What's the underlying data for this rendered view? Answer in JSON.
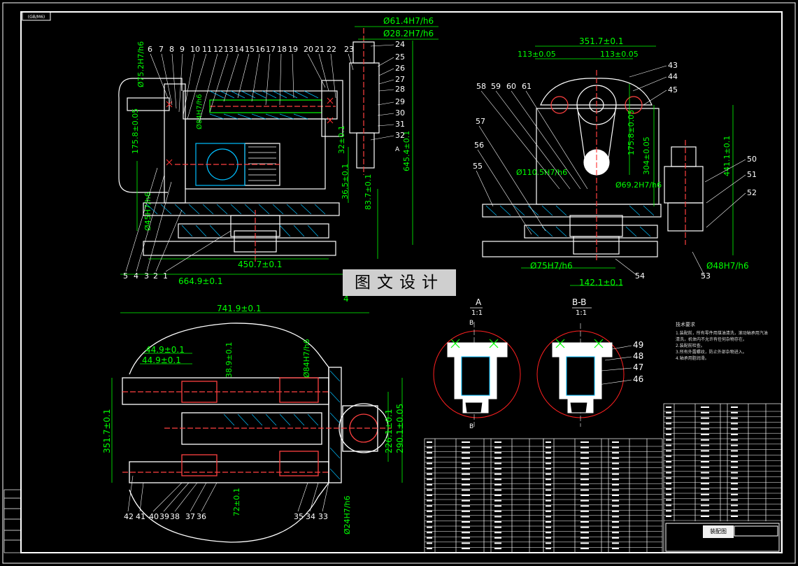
{
  "sheet": {
    "tag_top_left": "(GB/M6)",
    "stamp_text": "图文设计"
  },
  "views": {
    "section_a": {
      "title": "A",
      "scale": "1:1"
    },
    "section_bb": {
      "title": "B-B",
      "scale": "1:1"
    },
    "marker_a": "A",
    "marker_b": "B"
  },
  "dimensions": {
    "front": {
      "d_61_4": "Ø61.4H7/h6",
      "d_28_2": "Ø28.2H7/h6",
      "d_75_2": "Ø75.2H7/h6",
      "d_84": "Ø84H7/h6",
      "d_175_8": "175.8±0.05",
      "d_45": "Ø45H7/h6",
      "d_32": "32±0.1",
      "d_36_5": "36.5±0.1",
      "d_83_7": "83.7±0.1",
      "d_645_4": "645.4±0.1",
      "d_450_7": "450.7±0.1",
      "d_664_9": "664.9±0.1",
      "d_4": "4"
    },
    "side": {
      "d_351_7": "351.7±0.1",
      "d_113_l": "113±0.05",
      "d_113_r": "113±0.05",
      "d_110_5": "Ø110.5H7/h6",
      "d_69_2": "Ø69.2H7/h6",
      "d_175_8": "175.8±0.05",
      "d_304": "304±0.05",
      "d_441_1": "441.1±0.1",
      "d_75": "Ø75H7/h6",
      "d_48": "Ø48H7/h6",
      "d_142_1": "142.1±0.1"
    },
    "top": {
      "d_741_9": "741.9±0.1",
      "d_44_9a": "44.9±0.1",
      "d_44_9b": "44.9±0.1",
      "d_38_9": "38.9±0.1",
      "d_84": "Ø84H7/h6",
      "d_351_7": "351.7±0.1",
      "d_226_1": "226.1±0.1",
      "d_290_1": "290.1±0.05",
      "d_72": "72±0.1",
      "d_24": "Ø24H7/h6"
    }
  },
  "parts": {
    "front_top": [
      "6",
      "7",
      "8",
      "9",
      "10",
      "11",
      "12",
      "13",
      "14",
      "15",
      "16",
      "17",
      "18",
      "19",
      "20",
      "21",
      "22",
      "23"
    ],
    "front_right": [
      "24",
      "25",
      "26",
      "27",
      "28",
      "29",
      "30",
      "31",
      "32"
    ],
    "front_bottom": [
      "5",
      "4",
      "3",
      "2",
      "1"
    ],
    "side_left": [
      "58",
      "59",
      "60",
      "61",
      "57",
      "56",
      "55"
    ],
    "side_right": [
      "43",
      "44",
      "45",
      "50",
      "51",
      "52",
      "53",
      "54"
    ],
    "section_b": [
      "49",
      "48",
      "47",
      "46"
    ],
    "top_bottom": [
      "42",
      "41",
      "40",
      "39",
      "38",
      "37",
      "36",
      "35",
      "34",
      "33"
    ]
  },
  "tech_requirements": {
    "heading": "技术要求",
    "lines": [
      "1.装配前，所有零件用煤油清洗，滚动轴承用汽油",
      "清洗，机体内不允许有任何杂物存在。",
      "2.装配前检查。",
      "3.所有外露螺纹，防止外部杂物进入。",
      "4.轴承用脂润滑。"
    ]
  },
  "title_block": {
    "label": "装配图"
  }
}
